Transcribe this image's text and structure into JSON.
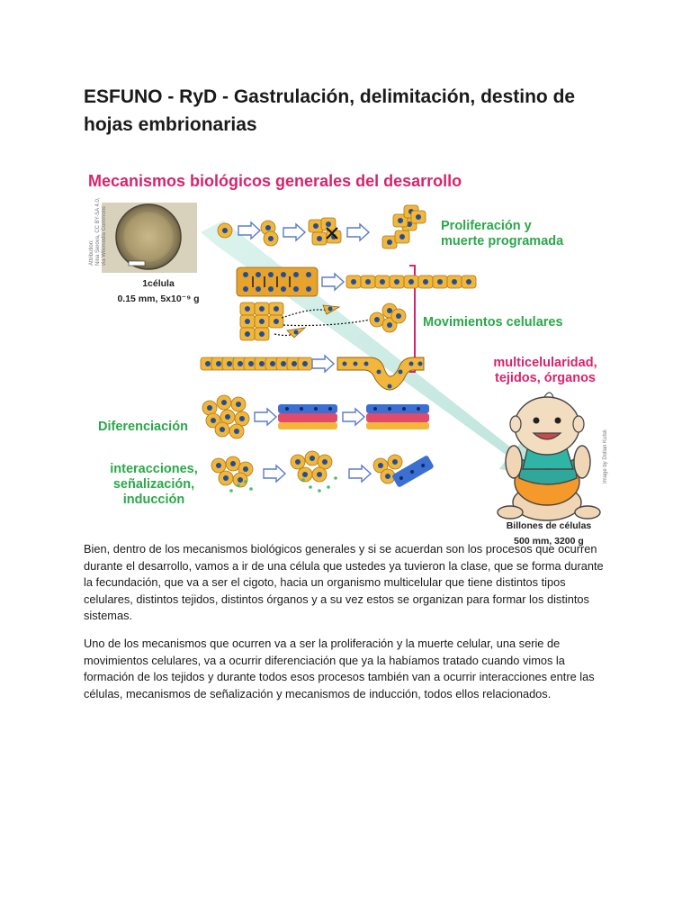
{
  "document": {
    "title": "ESFUNO - RyD - Gastrulación, delimitación, destino de hojas embrionarias",
    "paragraphs": [
      "Bien, dentro de los mecanismos biológicos generales y si se acuerdan son los procesos que ocurren durante el desarrollo, vamos a ir de una célula que ustedes ya tuvieron la clase, que se forma durante la fecundación, que va a ser el cigoto, hacia un organismo multicelular que tiene distintos tipos celulares, distintos tejidos, distintos órganos y a su vez estos se organizan para formar los distintos sistemas.",
      "Uno de los mecanismos que ocurren va a ser la proliferación y la muerte celular, una serie de movimientos celulares, va a ocurrir diferenciación que ya la habíamos tratado cuando vimos la formación de los tejidos y durante todos esos procesos también van a ocurrir interacciones entre las células, mecanismos de señalización y mecanismos de inducción, todos ellos relacionados."
    ]
  },
  "figure": {
    "heading": "Mecanismos biológicos generales del desarrollo",
    "cell_label_1": "1célula",
    "cell_label_2": "0.15 mm, 5x10⁻⁹ g",
    "attribution_1": "Attribution:",
    "attribution_2": "Nina Serova, CC BY-SA 4.0,",
    "attribution_3": "via Wikimedia Commons",
    "proliferation_1": "Proliferación y",
    "proliferation_2": "muerte programada",
    "movements": "Movimientos celulares",
    "multicell_1": "multicelularidad,",
    "multicell_2": "tejidos, órganos",
    "differentiation": "Diferenciación",
    "interactions_1": "interacciones,",
    "interactions_2": "señalización,",
    "interactions_3": "inducción",
    "billions_1": "Billones de células",
    "billions_2": "500 mm, 3200 g",
    "image_credit": "Image by Dollan Kutsk",
    "colors": {
      "heading": "#d6246e",
      "green": "#2aa84a",
      "cell_fill": "#f2b73a",
      "nucleus": "#1f4e9c",
      "arrow": "#5b7cc9"
    }
  }
}
